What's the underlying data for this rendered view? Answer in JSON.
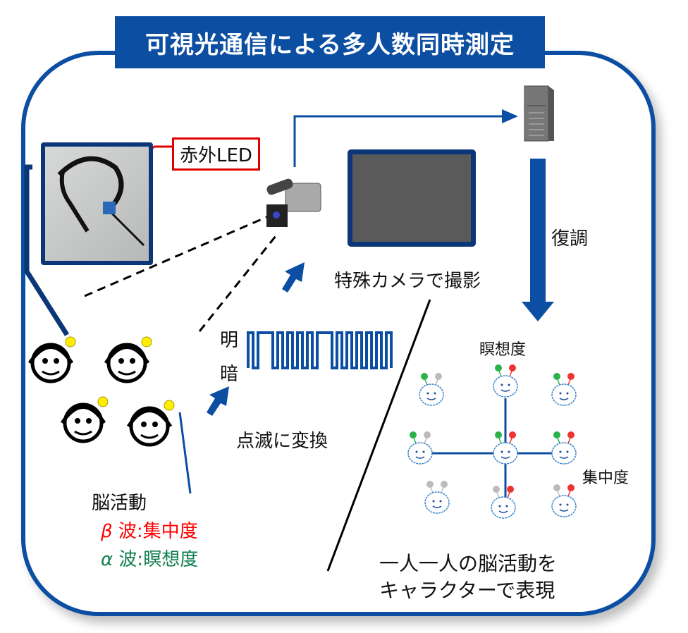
{
  "title": "可視光通信による多人数同時測定",
  "led_label": "赤外LED",
  "camera_caption": "特殊カメラで撮影",
  "demodulation": "復調",
  "signal": {
    "bright": "明",
    "dark": "暗"
  },
  "blink_caption": "点滅に変換",
  "brain": {
    "heading": "脳活動",
    "beta": {
      "symbol": "β",
      "wave": "波",
      "sep": ":",
      "meaning": "集中度"
    },
    "alpha": {
      "symbol": "α",
      "wave": "波",
      "sep": ":",
      "meaning": "瞑想度"
    }
  },
  "axes": {
    "vertical": "瞑想度",
    "horizontal": "集中度"
  },
  "summary": {
    "line1": "一人一人の脳活動を",
    "line2": "キャラクターで表現"
  },
  "colors": {
    "frame": "#0b4ea2",
    "title_bg": "#0b4ea2",
    "beta": "#ff0000",
    "alpha": "#0f7d4d",
    "led_box": "#e00000"
  },
  "signal_pattern": [
    1,
    0,
    1,
    1,
    1,
    0,
    1,
    0,
    1,
    0,
    1,
    0,
    1,
    0,
    1,
    1,
    1,
    0,
    1,
    0,
    1,
    0,
    1,
    0,
    1,
    0,
    1,
    0,
    1
  ]
}
